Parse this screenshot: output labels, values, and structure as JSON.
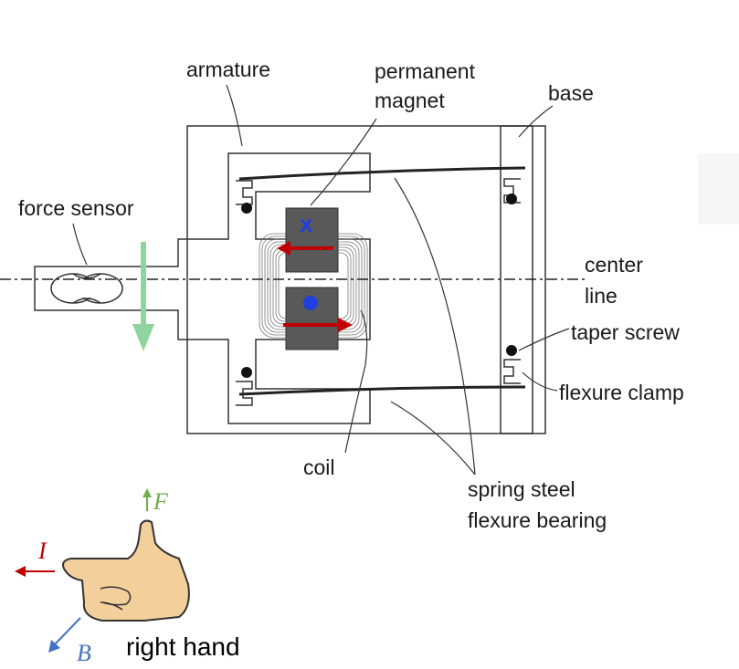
{
  "labels": {
    "armature": "armature",
    "permanent_magnet_1": "permanent",
    "permanent_magnet_2": "magnet",
    "base": "base",
    "force_sensor": "force sensor",
    "center_line_1": "center",
    "center_line_2": "line",
    "taper_screw": "taper screw",
    "flexure_clamp": "flexure clamp",
    "coil": "coil",
    "spring_steel_1": "spring steel",
    "spring_steel_2": "flexure bearing",
    "right_hand": "right hand"
  },
  "symbols": {
    "into_page": "x",
    "force": "F",
    "current": "I",
    "field": "B"
  },
  "colors": {
    "current_arrow": "#c00000",
    "force_arrow": "#7fcf8f",
    "field_marker": "#1f3fe0",
    "field_arrow": "#4472c4",
    "magnet_fill": "#595959",
    "skin": "#f3cf9c"
  }
}
